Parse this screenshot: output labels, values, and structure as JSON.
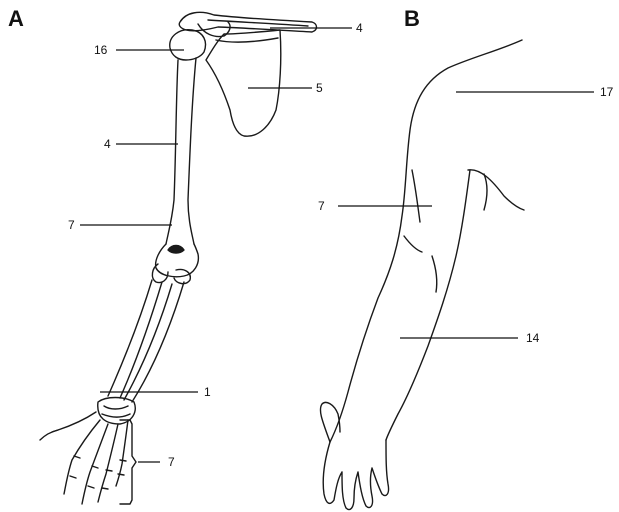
{
  "panels": {
    "a": {
      "letter": "A"
    },
    "b": {
      "letter": "B"
    }
  },
  "labels": {
    "skeleton": {
      "clavicle": "4",
      "scapula": "5",
      "humerus_head": "16",
      "humerus_shaft": "4",
      "humerus_lower": "7",
      "wrist": "1",
      "hand": "7"
    },
    "surface": {
      "shoulder": "17",
      "upper_arm": "7",
      "forearm": "14"
    }
  },
  "colors": {
    "ink": "#111111",
    "background": "#ffffff"
  }
}
